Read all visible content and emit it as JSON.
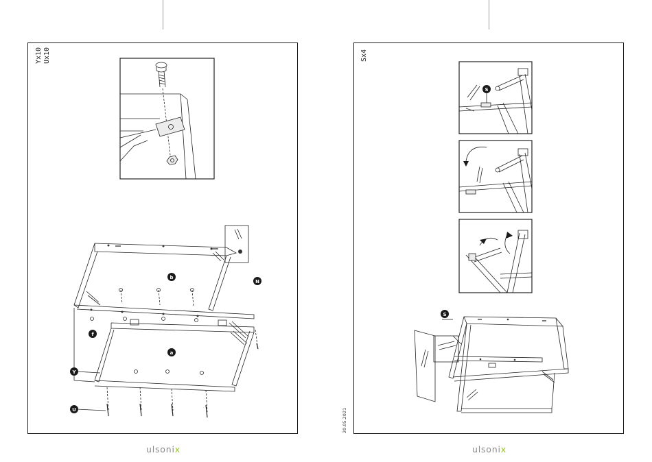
{
  "left_page": {
    "part_labels": [
      "Yx10",
      "Ux10"
    ],
    "badges": {
      "panel_b": "b",
      "panel_n": "N",
      "panel_f": "f",
      "panel_a": "a",
      "part_y": "Y",
      "part_u": "U"
    },
    "brand": {
      "name": "ulsoni",
      "accent_letter": "x"
    }
  },
  "right_page": {
    "part_labels": [
      "Sx4"
    ],
    "badges": {
      "step1_s": "S",
      "overview_s": "S"
    },
    "date": "20.05.2021",
    "brand": {
      "name": "ulsoni",
      "accent_letter": "x"
    }
  },
  "colors": {
    "frame": "#1a1a1a",
    "brand_text": "#8a8a8a",
    "brand_accent": "#9bc31c"
  }
}
